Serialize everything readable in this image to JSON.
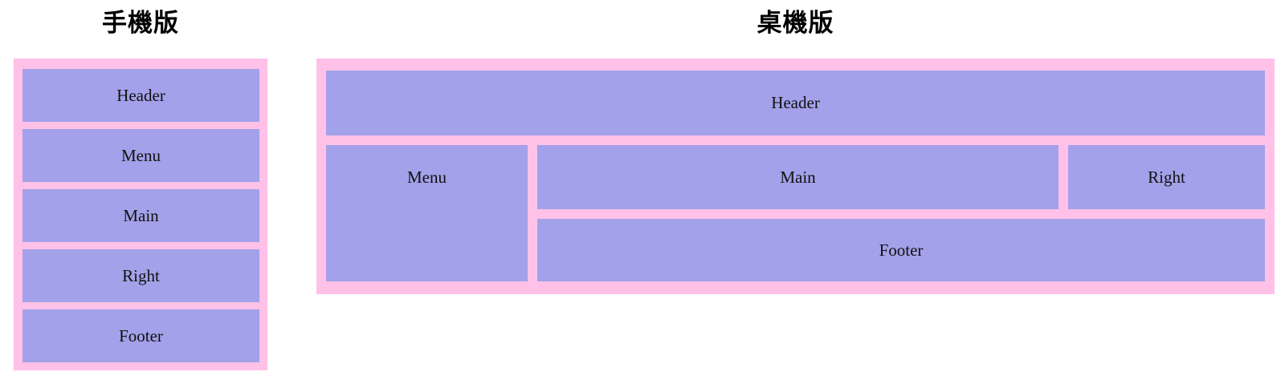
{
  "colors": {
    "frame_pink": "#ffc1e7",
    "block_purple": "#a3a1e9",
    "text": "#111111",
    "background": "#ffffff"
  },
  "mobile": {
    "title": "手機版",
    "blocks": {
      "header": "Header",
      "menu": "Menu",
      "main": "Main",
      "right": "Right",
      "footer": "Footer"
    }
  },
  "desktop": {
    "title": "桌機版",
    "blocks": {
      "header": "Header",
      "menu": "Menu",
      "main": "Main",
      "right": "Right",
      "footer": "Footer"
    }
  }
}
